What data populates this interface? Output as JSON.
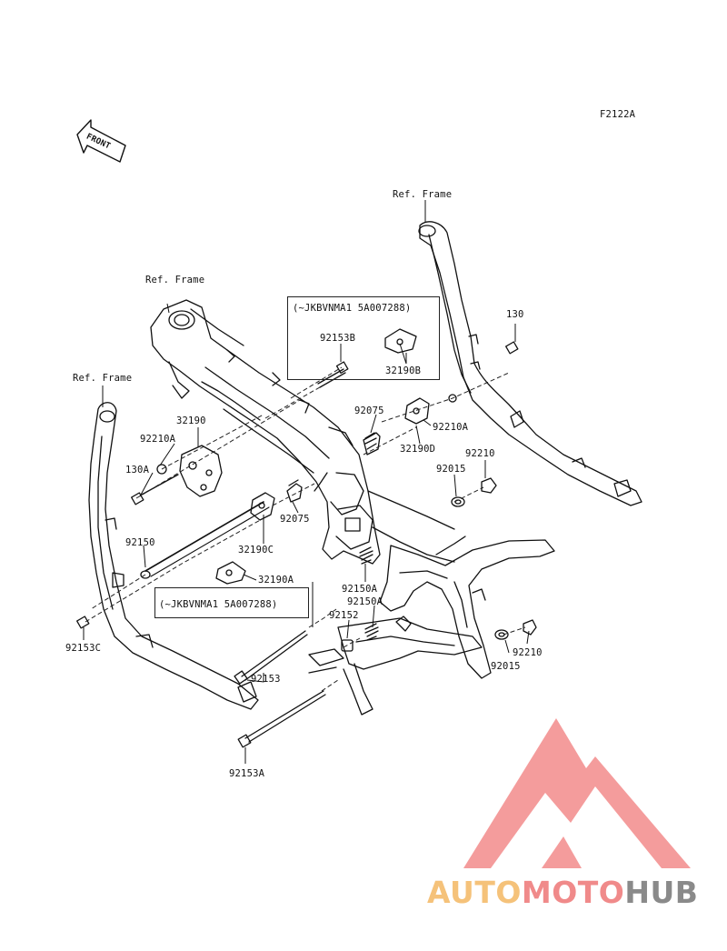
{
  "diagram": {
    "code": "F2122A",
    "front_label": "FRONT",
    "ref_frame_top": "Ref. Frame",
    "ref_frame_mid": "Ref. Frame",
    "ref_frame_left": "Ref. Frame",
    "note_upper": "(~JKBVNMA1 5A007288)",
    "note_lower": "(~JKBVNMA1 5A007288)",
    "parts": {
      "p130": "130",
      "p92153B": "92153B",
      "p32190B": "32190B",
      "p92075_r": "92075",
      "p92210A_r": "92210A",
      "p32190D": "32190D",
      "p92210_r": "92210",
      "p92015_r": "92015",
      "p32190": "32190",
      "p92210A_l": "92210A",
      "p130A": "130A",
      "p92075_l": "92075",
      "p92150": "92150",
      "p32190C": "32190C",
      "p32190A": "32190A",
      "p92150A_1": "92150A",
      "p92150A_2": "92150A",
      "p92152": "92152",
      "p92153C": "92153C",
      "p92153": "92153",
      "p92210_b": "92210",
      "p92015_b": "92015",
      "p92153A": "92153A"
    }
  },
  "watermark": {
    "part1": "AUTO",
    "part2": "MOTO",
    "part3": "HUB",
    "color_auto": "#f5c27a",
    "color_moto": "#f08a8a",
    "color_hub": "#8a8a8a"
  }
}
